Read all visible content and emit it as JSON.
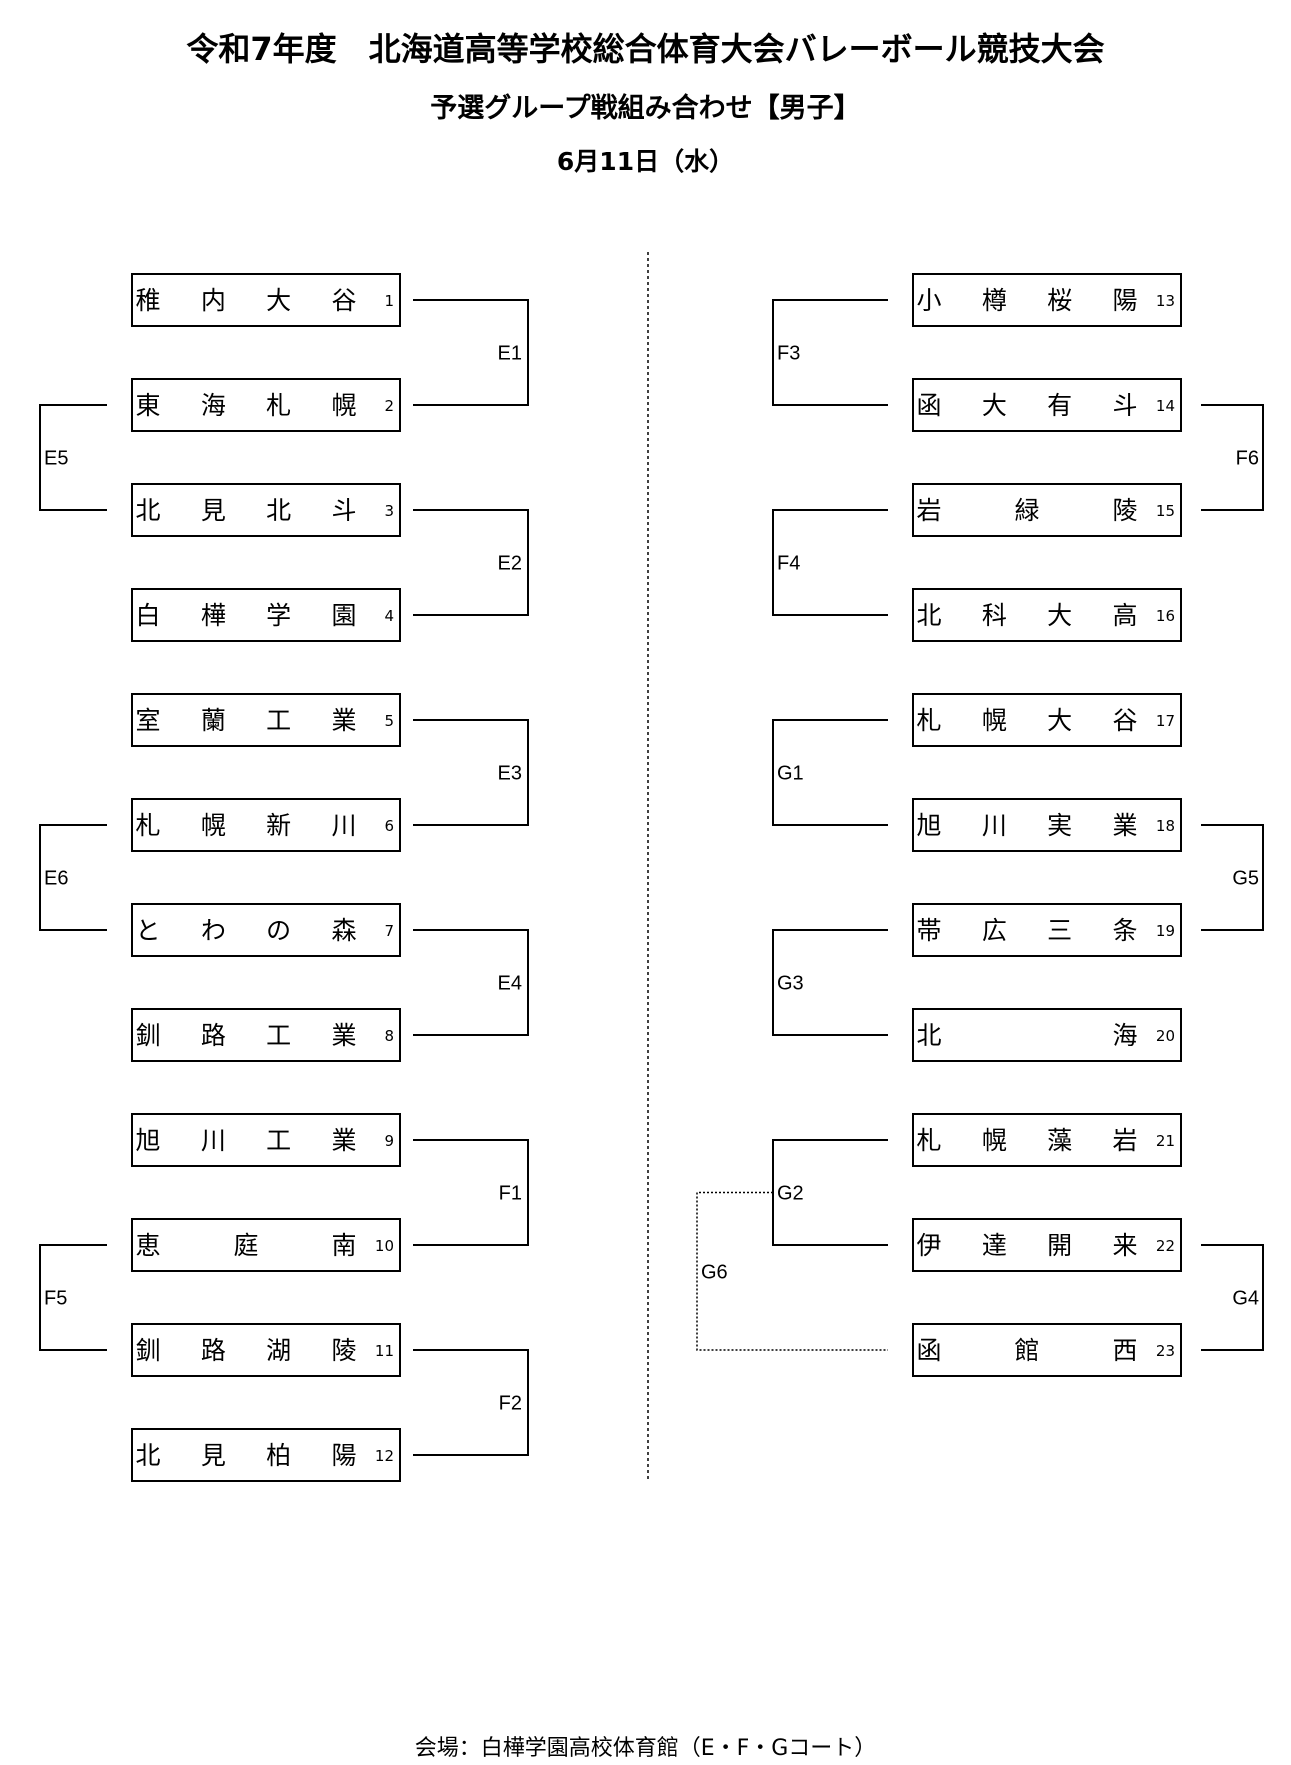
{
  "header": {
    "title": "令和7年度　北海道高等学校総合体育大会バレーボール競技大会",
    "subtitle": "予選グループ戦組み合わせ【男子】",
    "date": "6月11日（水）"
  },
  "teams": [
    {
      "seed": "1",
      "chars": [
        "稚",
        "内",
        "大",
        "谷"
      ]
    },
    {
      "seed": "2",
      "chars": [
        "東",
        "海",
        "札",
        "幌"
      ]
    },
    {
      "seed": "3",
      "chars": [
        "北",
        "見",
        "北",
        "斗"
      ]
    },
    {
      "seed": "4",
      "chars": [
        "白",
        "樺",
        "学",
        "園"
      ]
    },
    {
      "seed": "5",
      "chars": [
        "室",
        "蘭",
        "工",
        "業"
      ]
    },
    {
      "seed": "6",
      "chars": [
        "札",
        "幌",
        "新",
        "川"
      ]
    },
    {
      "seed": "7",
      "chars": [
        "と",
        "わ",
        "の",
        "森"
      ]
    },
    {
      "seed": "8",
      "chars": [
        "釧",
        "路",
        "工",
        "業"
      ]
    },
    {
      "seed": "9",
      "chars": [
        "旭",
        "川",
        "工",
        "業"
      ]
    },
    {
      "seed": "10",
      "chars": [
        "恵",
        "庭",
        "南"
      ]
    },
    {
      "seed": "11",
      "chars": [
        "釧",
        "路",
        "湖",
        "陵"
      ]
    },
    {
      "seed": "12",
      "chars": [
        "北",
        "見",
        "柏",
        "陽"
      ]
    },
    {
      "seed": "13",
      "chars": [
        "小",
        "樽",
        "桜",
        "陽"
      ]
    },
    {
      "seed": "14",
      "chars": [
        "函",
        "大",
        "有",
        "斗"
      ]
    },
    {
      "seed": "15",
      "chars": [
        "岩",
        "緑",
        "陵"
      ]
    },
    {
      "seed": "16",
      "chars": [
        "北",
        "科",
        "大",
        "高"
      ]
    },
    {
      "seed": "17",
      "chars": [
        "札",
        "幌",
        "大",
        "谷"
      ]
    },
    {
      "seed": "18",
      "chars": [
        "旭",
        "川",
        "実",
        "業"
      ]
    },
    {
      "seed": "19",
      "chars": [
        "帯",
        "広",
        "三",
        "条"
      ]
    },
    {
      "seed": "20",
      "chars": [
        "北",
        "海"
      ]
    },
    {
      "seed": "21",
      "chars": [
        "札",
        "幌",
        "藻",
        "岩"
      ]
    },
    {
      "seed": "22",
      "chars": [
        "伊",
        "達",
        "開",
        "来"
      ]
    },
    {
      "seed": "23",
      "chars": [
        "函",
        "館",
        "西"
      ]
    }
  ],
  "matches": {
    "first_round": [
      {
        "label": "E1",
        "side": "left",
        "teams": [
          1,
          2
        ]
      },
      {
        "label": "E2",
        "side": "left",
        "teams": [
          3,
          4
        ]
      },
      {
        "label": "E3",
        "side": "left",
        "teams": [
          5,
          6
        ]
      },
      {
        "label": "E4",
        "side": "left",
        "teams": [
          7,
          8
        ]
      },
      {
        "label": "F1",
        "side": "left",
        "teams": [
          9,
          10
        ]
      },
      {
        "label": "F2",
        "side": "left",
        "teams": [
          11,
          12
        ]
      },
      {
        "label": "F3",
        "side": "right",
        "teams": [
          13,
          14
        ]
      },
      {
        "label": "F4",
        "side": "right",
        "teams": [
          15,
          16
        ]
      },
      {
        "label": "G1",
        "side": "right",
        "teams": [
          17,
          18
        ]
      },
      {
        "label": "G3",
        "side": "right",
        "teams": [
          19,
          20
        ]
      },
      {
        "label": "G2",
        "side": "right",
        "teams": [
          21,
          22
        ]
      }
    ],
    "second_round": [
      {
        "label": "E5",
        "side": "left",
        "teams": [
          2,
          3
        ]
      },
      {
        "label": "E6",
        "side": "left",
        "teams": [
          6,
          7
        ]
      },
      {
        "label": "F5",
        "side": "left",
        "teams": [
          10,
          11
        ]
      },
      {
        "label": "F6",
        "side": "right",
        "teams": [
          14,
          15
        ]
      },
      {
        "label": "G5",
        "side": "right",
        "teams": [
          18,
          19
        ]
      },
      {
        "label": "G4",
        "side": "right",
        "teams": [
          22,
          23
        ]
      },
      {
        "label": "G6",
        "side": "right-inner",
        "teams": [
          "G2",
          23
        ],
        "dotted": true
      }
    ]
  },
  "footer": {
    "venue": "会場：白樺学園高校体育館（E・F・Gコート）"
  }
}
